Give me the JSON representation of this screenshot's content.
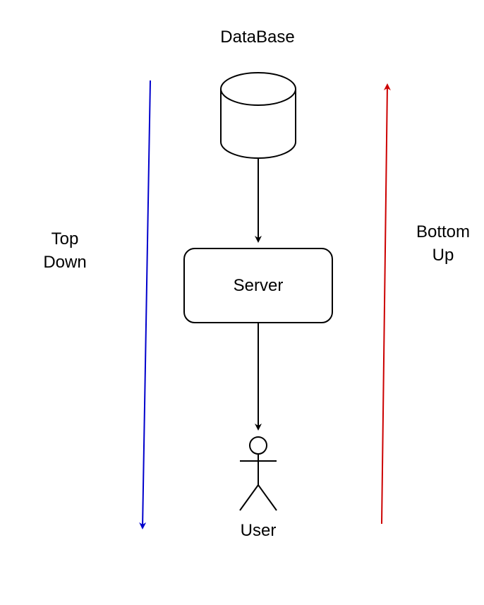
{
  "nodes": {
    "database": {
      "label": "DataBase",
      "shape": "cylinder-icon"
    },
    "server": {
      "label": "Server",
      "shape": "rounded-rectangle"
    },
    "user": {
      "label": "User",
      "shape": "stick-figure-icon"
    }
  },
  "edges": [
    {
      "from": "database",
      "to": "server"
    },
    {
      "from": "server",
      "to": "user"
    }
  ],
  "direction_labels": {
    "top_down": "Top\nDown",
    "bottom_up": "Bottom\nUp"
  },
  "colors": {
    "top_down_arrow": "#0000cc",
    "bottom_up_arrow": "#cc0000",
    "stroke": "#000000",
    "background": "#ffffff"
  }
}
